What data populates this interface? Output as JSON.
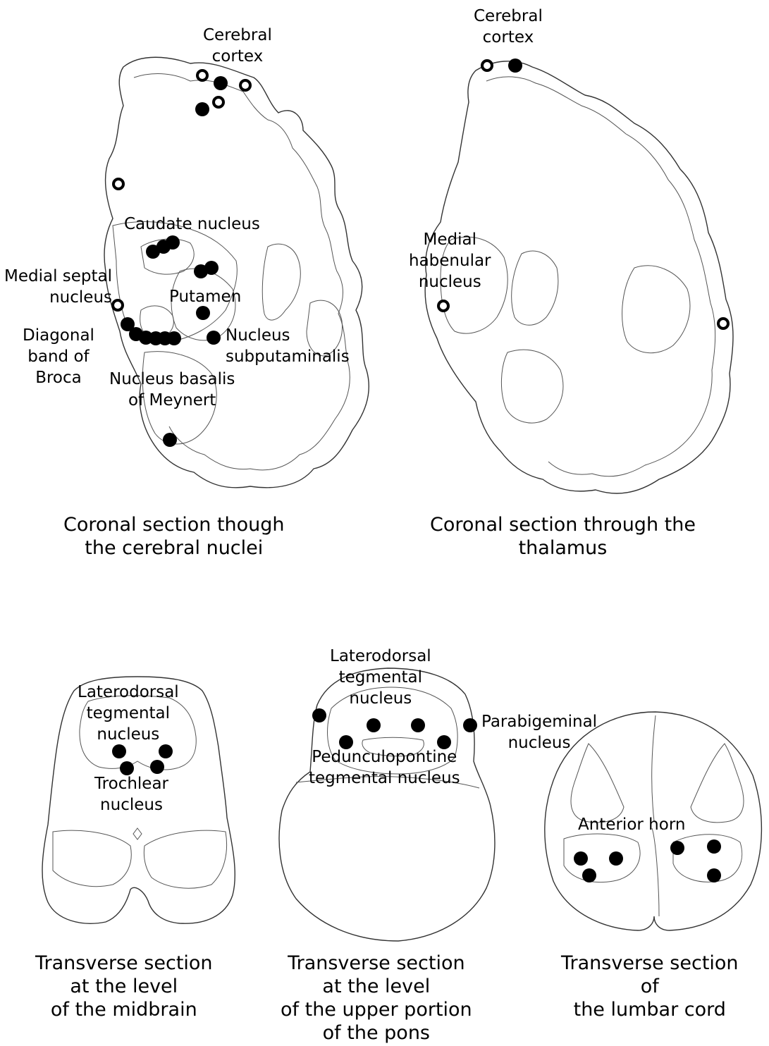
{
  "panels": {
    "coronal_cerebral_nuclei": {
      "caption": "Coronal section though\nthe cerebral nuclei",
      "labels": {
        "cerebral_cortex": "Cerebral\ncortex",
        "caudate_nucleus": "Caudate nucleus",
        "medial_septal_nucleus": "Medial septal\nnucleus",
        "putamen": "Putamen",
        "diagonal_band": "Diagonal\nband of\nBroca",
        "nucleus_subputaminalis": "Nucleus\nsubputaminalis",
        "nucleus_basalis": "Nucleus basalis\nof Meynert"
      }
    },
    "coronal_thalamus": {
      "caption": "Coronal section through the\nthalamus",
      "labels": {
        "cerebral_cortex": "Cerebral\ncortex",
        "medial_habenular": "Medial\nhabenular\nnucleus"
      }
    },
    "transverse_midbrain": {
      "caption": "Transverse section\nat the level\nof the midbrain",
      "labels": {
        "laterodorsal": "Laterodorsal\ntegmental\nnucleus",
        "trochlear": "Trochlear\nnucleus"
      }
    },
    "transverse_pons": {
      "caption": "Transverse section\nat the level\nof the upper portion\nof the pons",
      "labels": {
        "laterodorsal": "Laterodorsal\ntegmental\nnucleus",
        "parabigeminal": "Parabigeminal\nnucleus",
        "pedunculopontine": "Pedunculopontine\ntegmental nucleus"
      }
    },
    "transverse_lumbar": {
      "caption": "Transverse section\nof\nthe lumbar cord",
      "labels": {
        "anterior_horn": "Anterior horn"
      }
    }
  },
  "legend_markers": {
    "filled": "#000000",
    "open": "#ffffff"
  }
}
